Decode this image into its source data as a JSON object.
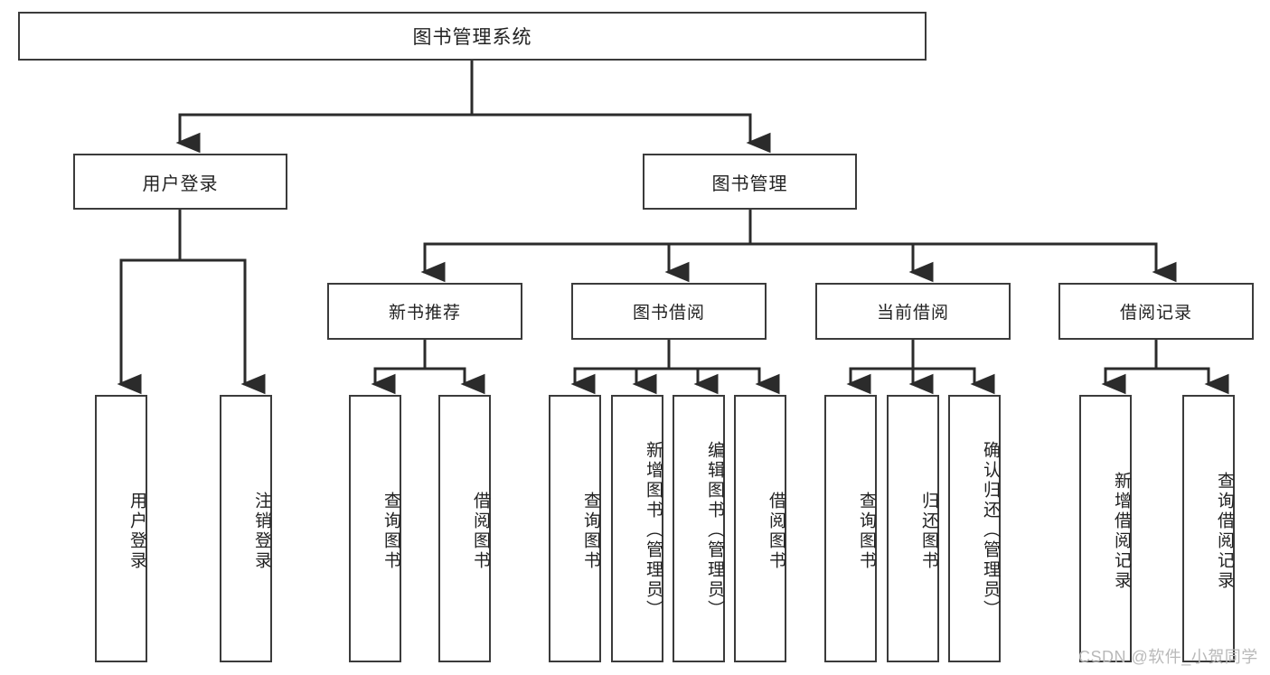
{
  "diagram": {
    "type": "tree",
    "title_node": "图书管理系统",
    "watermark": "CSDN @软件_小贺同学",
    "colors": {
      "box_border": "#3b3b3b",
      "box_fill": "#ffffff",
      "connector": "#2b2b2b",
      "text": "#222222",
      "watermark": "#b9b9b9",
      "background": "#ffffff"
    },
    "root": {
      "label": "图书管理系统"
    },
    "level2": [
      {
        "label": "用户登录"
      },
      {
        "label": "图书管理"
      }
    ],
    "level3": [
      {
        "label": "新书推荐"
      },
      {
        "label": "图书借阅"
      },
      {
        "label": "当前借阅"
      },
      {
        "label": "借阅记录"
      }
    ],
    "leaves": {
      "user_login": [
        {
          "label": "用户登录"
        },
        {
          "label": "注销登录"
        }
      ],
      "new_book_recommend": [
        {
          "label": "查询图书"
        },
        {
          "label": "借阅图书"
        }
      ],
      "book_borrow": [
        {
          "label": "查询图书"
        },
        {
          "label": "新增图书（管理员）"
        },
        {
          "label": "编辑图书（管理员）"
        },
        {
          "label": "借阅图书"
        }
      ],
      "current_borrow": [
        {
          "label": "查询图书"
        },
        {
          "label": "归还图书"
        },
        {
          "label": "确认归还（管理员）"
        }
      ],
      "borrow_records": [
        {
          "label": "新增借阅记录"
        },
        {
          "label": "查询借阅记录"
        }
      ]
    }
  }
}
